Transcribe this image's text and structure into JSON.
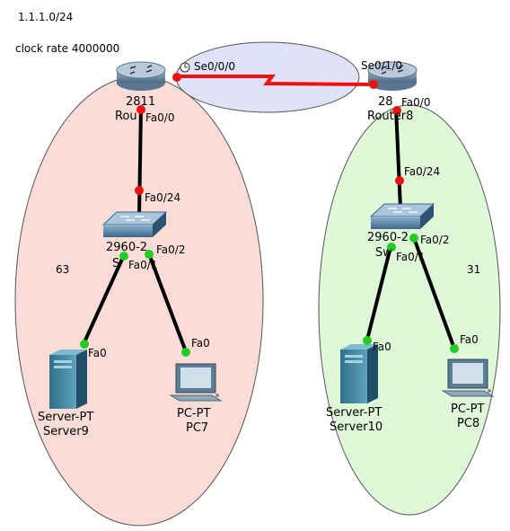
{
  "notes": {
    "network": "1.1.1.0/24",
    "clock_rate": "clock rate 4000000"
  },
  "areas": {
    "left_count": "63",
    "right_count": "31"
  },
  "devices": {
    "router7": {
      "model": "2811",
      "name": "Rou"
    },
    "router8": {
      "model": "28",
      "name": "Router8"
    },
    "switch_left": {
      "model": "2960-2",
      "name": "S"
    },
    "switch_right": {
      "model": "2960-2",
      "name": "Sw"
    },
    "server9": {
      "model": "Server-PT",
      "name": "Server9"
    },
    "pc7": {
      "model": "PC-PT",
      "name": "PC7"
    },
    "server10": {
      "model": "Server-PT",
      "name": "Server10"
    },
    "pc8": {
      "model": "PC-PT",
      "name": "PC8"
    }
  },
  "ports": {
    "r7_serial": "Se0/0/0",
    "r8_serial": "Se0/1/0",
    "r7_fa": "Fa0/0",
    "r8_fa": "Fa0/0",
    "swl_uplink": "Fa0/24",
    "swr_uplink": "Fa0/24",
    "swl_fa1": "Fa0/1",
    "swl_fa2": "Fa0/2",
    "swr_fa1": "Fa0/1",
    "swr_fa2": "Fa0/2",
    "server9_fa": "Fa0",
    "pc7_fa": "Fa0",
    "server10_fa": "Fa0",
    "pc8_fa": "Fa0"
  },
  "colors": {
    "left_area": "#fcdcd7",
    "right_area": "#dff8d8",
    "wan_area": "#e1e2f7",
    "serial_link": "#ee1111",
    "ethernet_link": "#000000",
    "port_down": "#ee1111",
    "port_up": "#22cc22"
  }
}
